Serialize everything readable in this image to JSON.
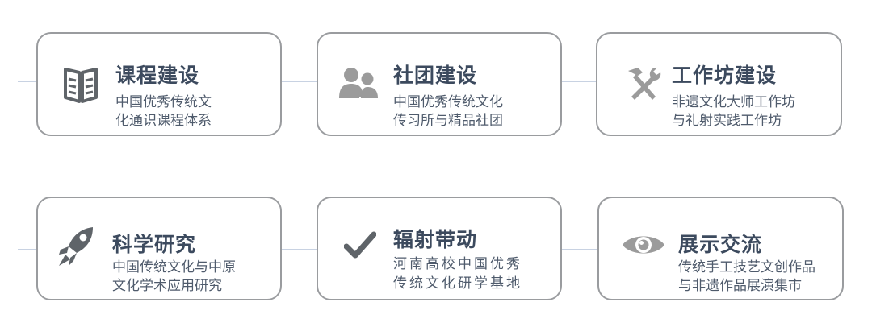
{
  "colors": {
    "title": "#3c4a5e",
    "description": "#4f5b6c",
    "card_border": "#9a9c9f",
    "connector": "#c8d2e2",
    "icon_dark": "#5f6469",
    "icon_light": "#9b9b9b"
  },
  "rows": [
    {
      "cards": [
        {
          "icon": "open-book-icon",
          "title": "课程建设",
          "lines": [
            "中国优秀传统文",
            "化通识课程体系"
          ]
        },
        {
          "icon": "users-icon",
          "title": "社团建设",
          "lines": [
            "中国优秀传统文化",
            "传习所与精品社团"
          ]
        },
        {
          "icon": "hammer-wrench-icon",
          "title": "工作坊建设",
          "lines": [
            "非遗文化大师工作坊",
            "与礼射实践工作坊"
          ]
        }
      ]
    },
    {
      "cards": [
        {
          "icon": "rocket-icon",
          "title": "科学研究",
          "lines": [
            "中国传统文化与中原",
            "文化学术应用研究"
          ]
        },
        {
          "icon": "checkmark-icon",
          "title": "辐射带动",
          "lines": [
            "河南高校中国优秀",
            "传统文化研学基地"
          ]
        },
        {
          "icon": "eye-icon",
          "title": "展示交流",
          "lines": [
            "传统手工技艺文创作品",
            "与非遗作品展演集市"
          ]
        }
      ]
    }
  ]
}
